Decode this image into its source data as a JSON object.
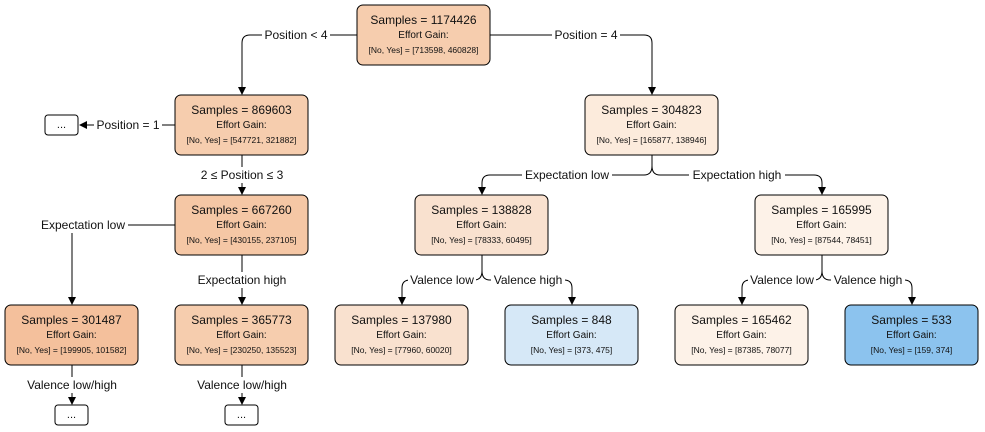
{
  "nodes": {
    "root": {
      "samples": "Samples = 1174426",
      "gain": "Effort Gain:",
      "counts": "[No, Yes] = [713598, 460828]",
      "color": "#f6cdae"
    },
    "n1": {
      "samples": "Samples = 869603",
      "gain": "Effort Gain:",
      "counts": "[No, Yes] = [547721, 321882]",
      "color": "#f6cdae"
    },
    "n2": {
      "samples": "Samples = 304823",
      "gain": "Effort Gain:",
      "counts": "[No, Yes] = [165877, 138946]",
      "color": "#fcebdc"
    },
    "n3": {
      "samples": "Samples = 667260",
      "gain": "Effort Gain:",
      "counts": "[No, Yes] = [430155, 237105]",
      "color": "#f5c7a5"
    },
    "n4": {
      "samples": "Samples = 138828",
      "gain": "Effort Gain:",
      "counts": "[No, Yes] = [78333, 60495]",
      "color": "#f9e1cf"
    },
    "n5": {
      "samples": "Samples = 165995",
      "gain": "Effort Gain:",
      "counts": "[No, Yes] = [87544, 78451]",
      "color": "#fdf2e8"
    },
    "n6": {
      "samples": "Samples = 301487",
      "gain": "Effort Gain:",
      "counts": "[No, Yes] = [199905, 101582]",
      "color": "#f4c09c"
    },
    "n7": {
      "samples": "Samples = 365773",
      "gain": "Effort Gain:",
      "counts": "[No, Yes] = [230250, 135523]",
      "color": "#f6cdae"
    },
    "n8": {
      "samples": "Samples = 137980",
      "gain": "Effort Gain:",
      "counts": "[No, Yes] = [77960, 60020]",
      "color": "#f9e1cf"
    },
    "n9": {
      "samples": "Samples = 848",
      "gain": "Effort Gain:",
      "counts": "[No, Yes] = [373, 475]",
      "color": "#d6e8f7"
    },
    "n10": {
      "samples": "Samples = 165462",
      "gain": "Effort Gain:",
      "counts": "[No, Yes] = [87385, 78077]",
      "color": "#fdf2e8"
    },
    "n11": {
      "samples": "Samples = 533",
      "gain": "Effort Gain:",
      "counts": "[No, Yes] = [159, 374]",
      "color": "#8cc3ee"
    }
  },
  "edges": {
    "pos_lt4": "Position < 4",
    "pos_eq4": "Position = 4",
    "pos_eq1": "Position = 1",
    "pos_2_3": "2 ≤ Position ≤ 3",
    "exp_low_a": "Expectation low",
    "exp_high_a": "Expectation high",
    "exp_low_b": "Expectation low",
    "exp_high_b": "Expectation high",
    "val_low_a": "Valence low",
    "val_high_a": "Valence high",
    "val_low_b": "Valence low",
    "val_high_b": "Valence high",
    "val_lowhigh_a": "Valence low/high",
    "val_lowhigh_b": "Valence low/high"
  },
  "ellipses": {
    "e1": "...",
    "e2": "...",
    "e3": "..."
  }
}
